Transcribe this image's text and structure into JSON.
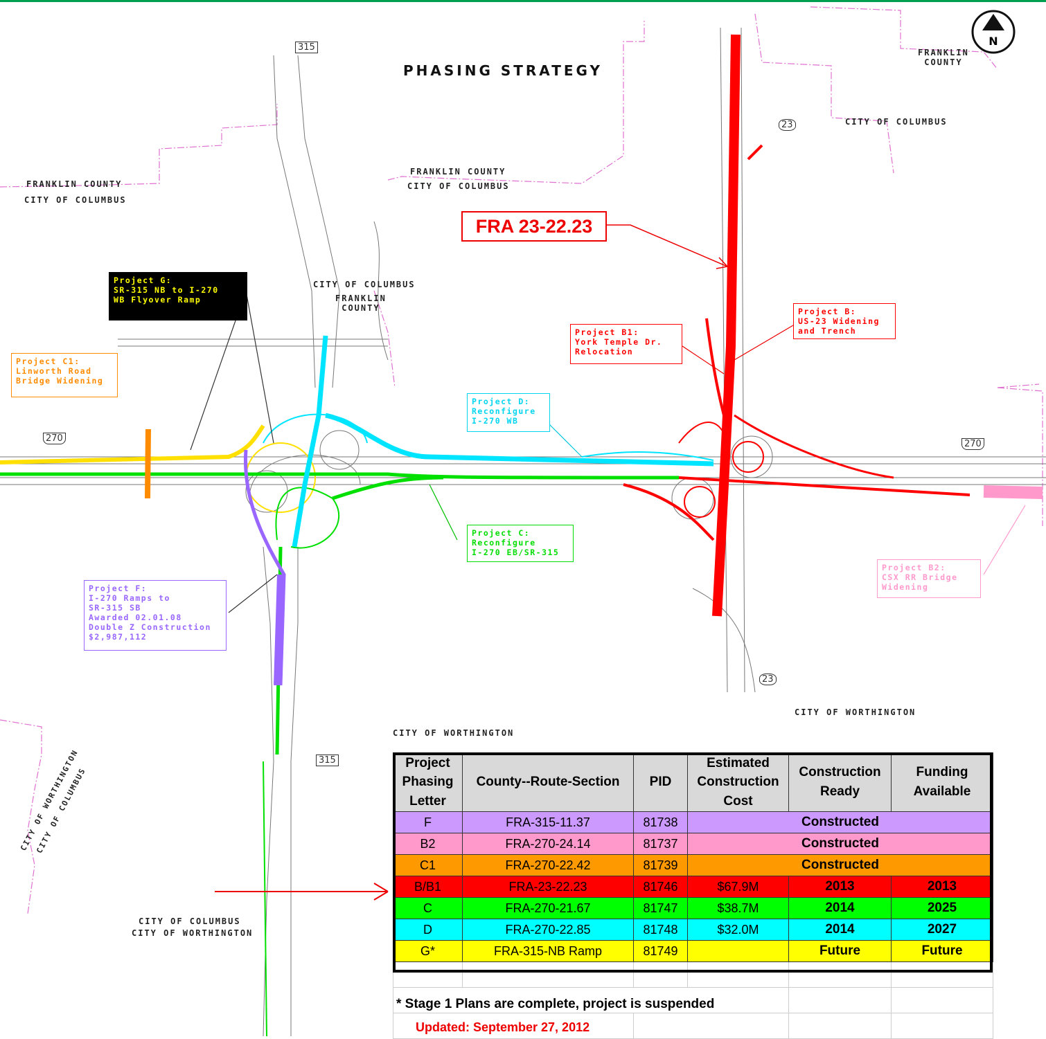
{
  "map": {
    "title": "PHASING STRATEGY",
    "north_label": "N",
    "jurisdiction_labels": [
      {
        "id": "fc-left",
        "text": "FRANKLIN COUNTY"
      },
      {
        "id": "cc-left",
        "text": "CITY OF COLUMBUS"
      },
      {
        "id": "fc-mid",
        "text": "FRANKLIN COUNTY"
      },
      {
        "id": "cc-mid",
        "text": "CITY OF COLUMBUS"
      },
      {
        "id": "fc-right",
        "text": "FRANKLIN\nCOUNTY"
      },
      {
        "id": "cc-right",
        "text": "CITY OF COLUMBUS"
      },
      {
        "id": "cc-center",
        "text": "CITY OF COLUMBUS"
      },
      {
        "id": "fc-center",
        "text": "FRANKLIN\nCOUNTY"
      },
      {
        "id": "cw-right",
        "text": "CITY OF WORTHINGTON"
      },
      {
        "id": "cw-mid",
        "text": "CITY OF WORTHINGTON"
      },
      {
        "id": "cc-bottom",
        "text": "CITY OF COLUMBUS"
      },
      {
        "id": "cw-bottom",
        "text": "CITY OF WORTHINGTON"
      },
      {
        "id": "cw-rot",
        "text": "CITY OF WORTHINGTON"
      },
      {
        "id": "cc-rot",
        "text": "CITY OF COLUMBUS"
      }
    ],
    "route_shields": [
      "315",
      "23",
      "270",
      "270",
      "23",
      "315"
    ],
    "callout_main": "FRA 23-22.23",
    "projects": [
      {
        "id": "G",
        "text": "Project G:\nSR-315 NB to I-270\nWB Flyover Ramp",
        "color": "#ffff00",
        "bg": "#000000"
      },
      {
        "id": "C1",
        "text": "Project C1:\nLinworth Road\nBridge Widening",
        "color": "#ff8c00",
        "bg": "#ffffff"
      },
      {
        "id": "D",
        "text": "Project D:\nReconfigure\nI-270 WB",
        "color": "#00e5ff",
        "bg": "#ffffff"
      },
      {
        "id": "B1",
        "text": "Project B1:\nYork Temple Dr.\nRelocation",
        "color": "#ff0000",
        "bg": "#ffffff"
      },
      {
        "id": "B",
        "text": "Project B:\nUS-23 Widening\nand Trench",
        "color": "#ff0000",
        "bg": "#ffffff"
      },
      {
        "id": "C",
        "text": "Project C:\nReconfigure\nI-270 EB/SR-315",
        "color": "#00dd00",
        "bg": "#ffffff"
      },
      {
        "id": "F",
        "text": "Project F:\nI-270 Ramps to\nSR-315 SB\nAwarded 02.01.08\nDouble Z Construction\n$2,987,112",
        "color": "#9966ff",
        "bg": "#ffffff"
      },
      {
        "id": "B2",
        "text": "Project B2:\nCSX RR Bridge\nWidening",
        "color": "#ff99cc",
        "bg": "#ffffff"
      }
    ]
  },
  "table": {
    "headers": [
      "Project\nPhasing\nLetter",
      "County--Route-Section",
      "PID",
      "Estimated\nConstruction\nCost",
      "Construction\nReady",
      "Funding\nAvailable"
    ],
    "rows": [
      {
        "letter": "F",
        "section": "FRA-315-11.37",
        "pid": "81738",
        "status": "Constructed",
        "color": "#cc99ff"
      },
      {
        "letter": "B2",
        "section": "FRA-270-24.14",
        "pid": "81737",
        "status": "Constructed",
        "color": "#ff99cc"
      },
      {
        "letter": "C1",
        "section": "FRA-270-22.42",
        "pid": "81739",
        "status": "Constructed",
        "color": "#ff9900"
      },
      {
        "letter": "B/B1",
        "section": "FRA-23-22.23",
        "pid": "81746",
        "cost": "$67.9M",
        "ready": "2013",
        "funding": "2013",
        "color": "#ff0000"
      },
      {
        "letter": "C",
        "section": "FRA-270-21.67",
        "pid": "81747",
        "cost": "$38.7M",
        "ready": "2014",
        "funding": "2025",
        "color": "#00ff00"
      },
      {
        "letter": "D",
        "section": "FRA-270-22.85",
        "pid": "81748",
        "cost": "$32.0M",
        "ready": "2014",
        "funding": "2027",
        "color": "#00ffff"
      },
      {
        "letter": "G*",
        "section": "FRA-315-NB Ramp",
        "pid": "81749",
        "cost": "",
        "ready": "Future",
        "funding": "Future",
        "color": "#ffff00"
      }
    ],
    "note": "* Stage 1 Plans are complete, project is suspended",
    "updated": "Updated: September 27, 2012"
  }
}
